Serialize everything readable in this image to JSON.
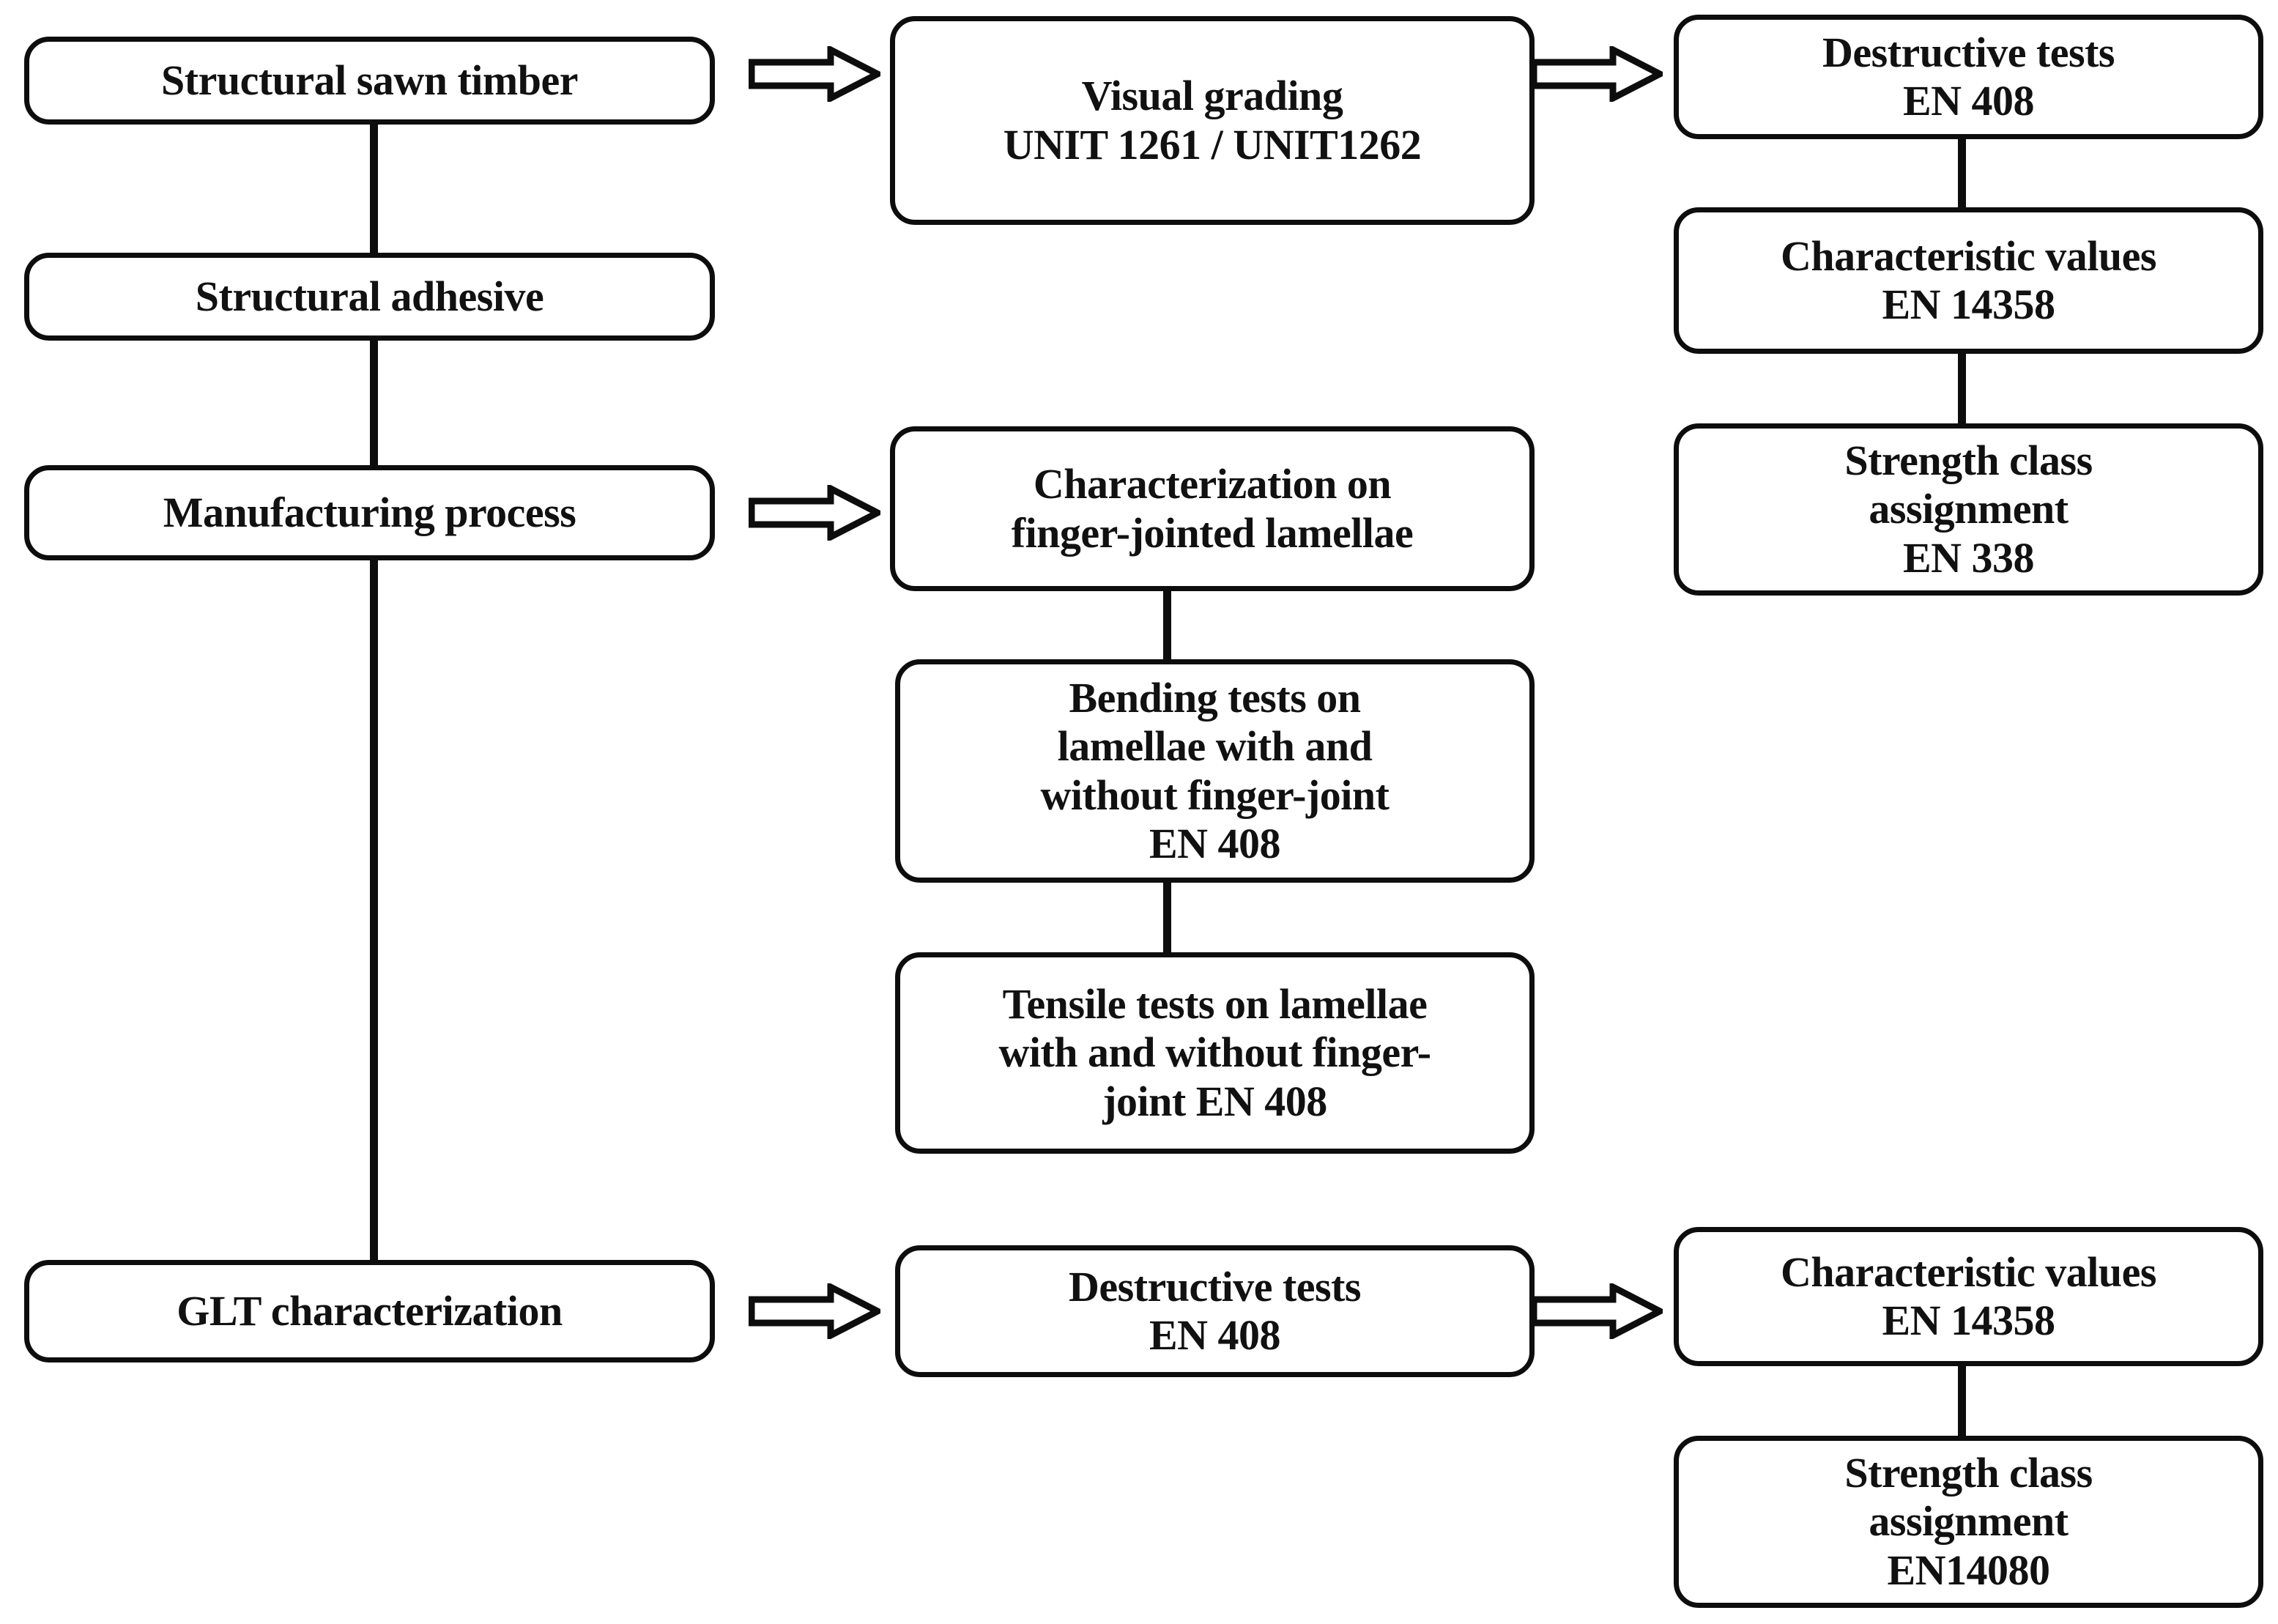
{
  "diagram": {
    "title": "Glulam (GLT) characterization and certification flowchart",
    "stroke_color": "#0d0d0d",
    "fill_color": "#ffffff",
    "nodes": [
      {
        "id": "structural-sawn-timber",
        "label": "Structural sawn timber"
      },
      {
        "id": "structural-adhesive",
        "label": "Structural adhesive"
      },
      {
        "id": "manufacturing-process",
        "label": "Manufacturing process"
      },
      {
        "id": "glt-characterization",
        "label": "GLT characterization"
      },
      {
        "id": "visual-grading",
        "label": "Visual grading\nUNIT 1261 / UNIT1262"
      },
      {
        "id": "characterization-finger-jointed-lamellae",
        "label": "Characterization on\nfinger-jointed lamellae"
      },
      {
        "id": "bending-tests-lamellae",
        "label": "Bending tests on\nlamellae with and\nwithout finger-joint\nEN 408"
      },
      {
        "id": "tensile-tests-lamellae",
        "label": "Tensile tests on lamellae\nwith and without finger-\njoint EN 408"
      },
      {
        "id": "destructive-tests-glt",
        "label": "Destructive tests\nEN 408"
      },
      {
        "id": "destructive-tests-timber",
        "label": "Destructive tests\nEN 408"
      },
      {
        "id": "characteristic-values-timber",
        "label": "Characteristic values\nEN 14358"
      },
      {
        "id": "strength-class-assignment-timber",
        "label": "Strength class\nassignment\nEN 338"
      },
      {
        "id": "characteristic-values-glt",
        "label": "Characteristic values\nEN 14358"
      },
      {
        "id": "strength-class-assignment-glt",
        "label": "Strength class\nassignment\nEN14080"
      }
    ],
    "connectors": [
      {
        "id": "timber-to-adhesive",
        "type": "line",
        "orientation": "vertical"
      },
      {
        "id": "adhesive-to-manufacturing",
        "type": "line",
        "orientation": "vertical"
      },
      {
        "id": "manufacturing-to-glt",
        "type": "line",
        "orientation": "vertical"
      },
      {
        "id": "timber-to-visual-grading",
        "type": "arrow",
        "orientation": "right"
      },
      {
        "id": "visual-grading-to-destructive-tests",
        "type": "arrow",
        "orientation": "right"
      },
      {
        "id": "destructive-to-characteristic-values",
        "type": "line",
        "orientation": "vertical"
      },
      {
        "id": "characteristic-values-to-strength-class",
        "type": "line",
        "orientation": "vertical"
      },
      {
        "id": "manufacturing-to-characterization",
        "type": "arrow",
        "orientation": "right"
      },
      {
        "id": "characterization-to-bending",
        "type": "line",
        "orientation": "vertical"
      },
      {
        "id": "bending-to-tensile",
        "type": "line",
        "orientation": "vertical"
      },
      {
        "id": "glt-to-destructive-tests",
        "type": "arrow",
        "orientation": "right"
      },
      {
        "id": "destructive-tests-glt-to-characteristic-values",
        "type": "arrow",
        "orientation": "right"
      },
      {
        "id": "characteristic-values-glt-to-strength-class",
        "type": "line",
        "orientation": "vertical"
      }
    ]
  }
}
